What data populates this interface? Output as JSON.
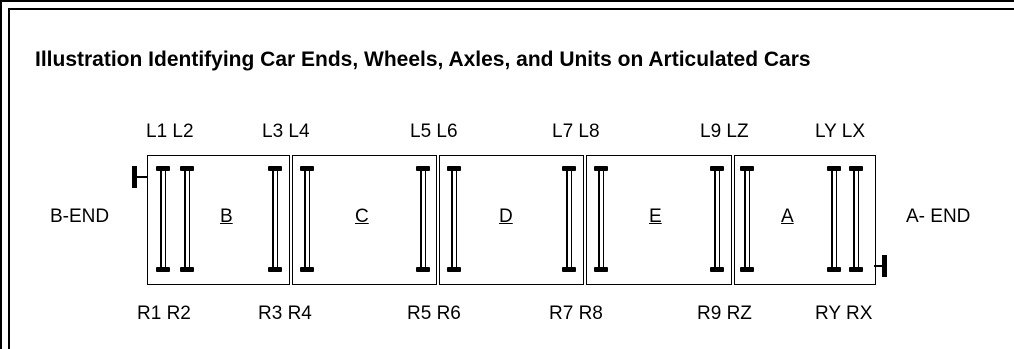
{
  "title": "Illustration Identifying Car Ends, Wheels, Axles, and Units on Articulated Cars",
  "ends": {
    "left": "B-END",
    "right": "A- END"
  },
  "units": [
    "B",
    "C",
    "D",
    "E",
    "A"
  ],
  "top_labels": [
    "L1 L2",
    "L3 L4",
    "L5 L6",
    "L7 L8",
    "L9 LZ",
    "LY LX"
  ],
  "bottom_labels": [
    "R1 R2",
    "R3 R4",
    "R5 R6",
    "R7 R8",
    "R9 RZ",
    "RY RX"
  ],
  "colors": {
    "line": "#000000",
    "background": "#ffffff"
  }
}
